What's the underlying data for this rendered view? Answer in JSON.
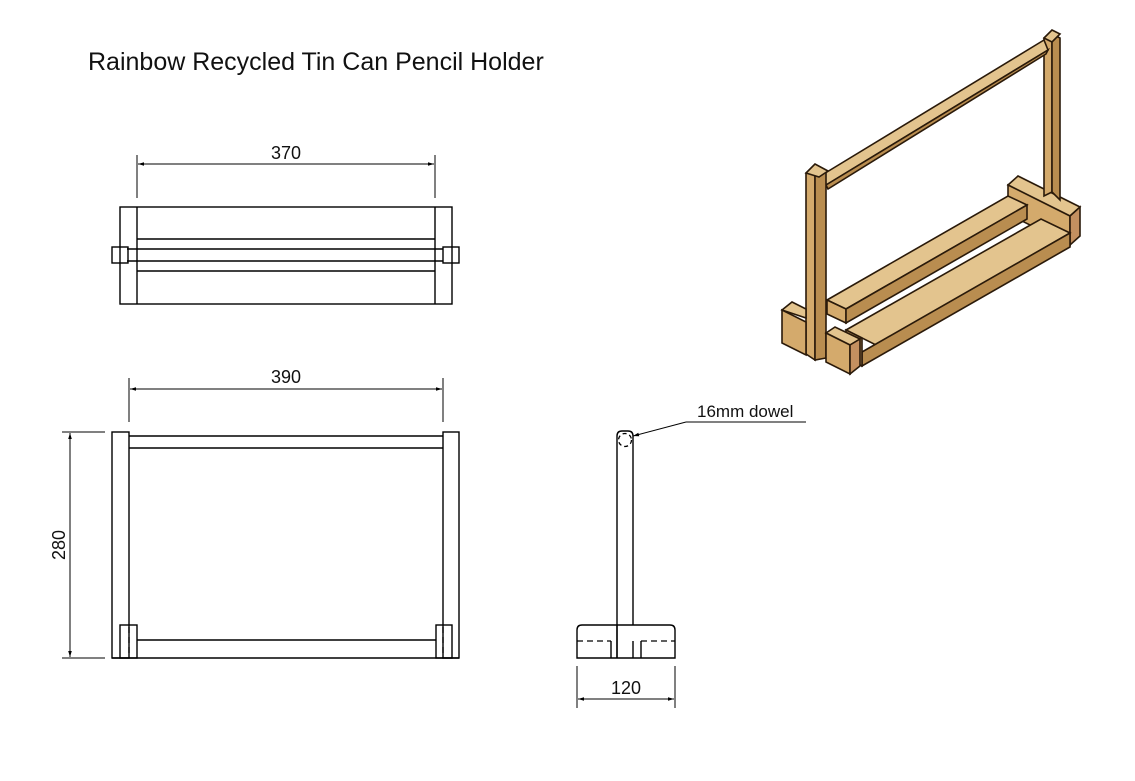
{
  "title": "Rainbow Recycled Tin Can Pencil Holder",
  "views": {
    "top_view": {
      "dimension_width": "370"
    },
    "front_view": {
      "dimension_width": "390",
      "dimension_height": "280"
    },
    "side_view": {
      "dimension_depth": "120",
      "callout": "16mm dowel"
    },
    "isometric_view": {
      "material": "wood"
    }
  },
  "colors": {
    "line": "#000000",
    "wood_light": "#e3c48e",
    "wood_mid": "#d4aa6c",
    "wood_dark": "#b98d50",
    "wood_outline": "#2a1a0a"
  }
}
